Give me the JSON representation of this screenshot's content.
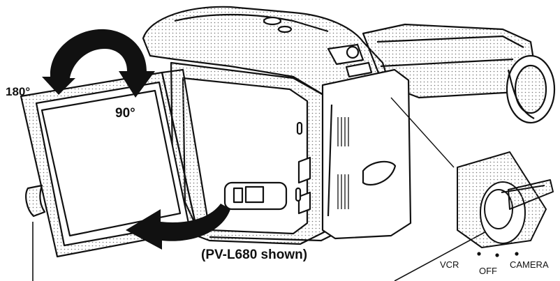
{
  "labels": {
    "rotation_180": "180°",
    "rotation_90": "90°",
    "model_caption": "(PV-L680 shown)"
  },
  "power_switch": {
    "positions": [
      "VCR",
      "OFF",
      "CAMERA"
    ]
  },
  "icons": [
    "rotation-arrow-icon",
    "camcorder-illustration",
    "power-switch-dial"
  ]
}
